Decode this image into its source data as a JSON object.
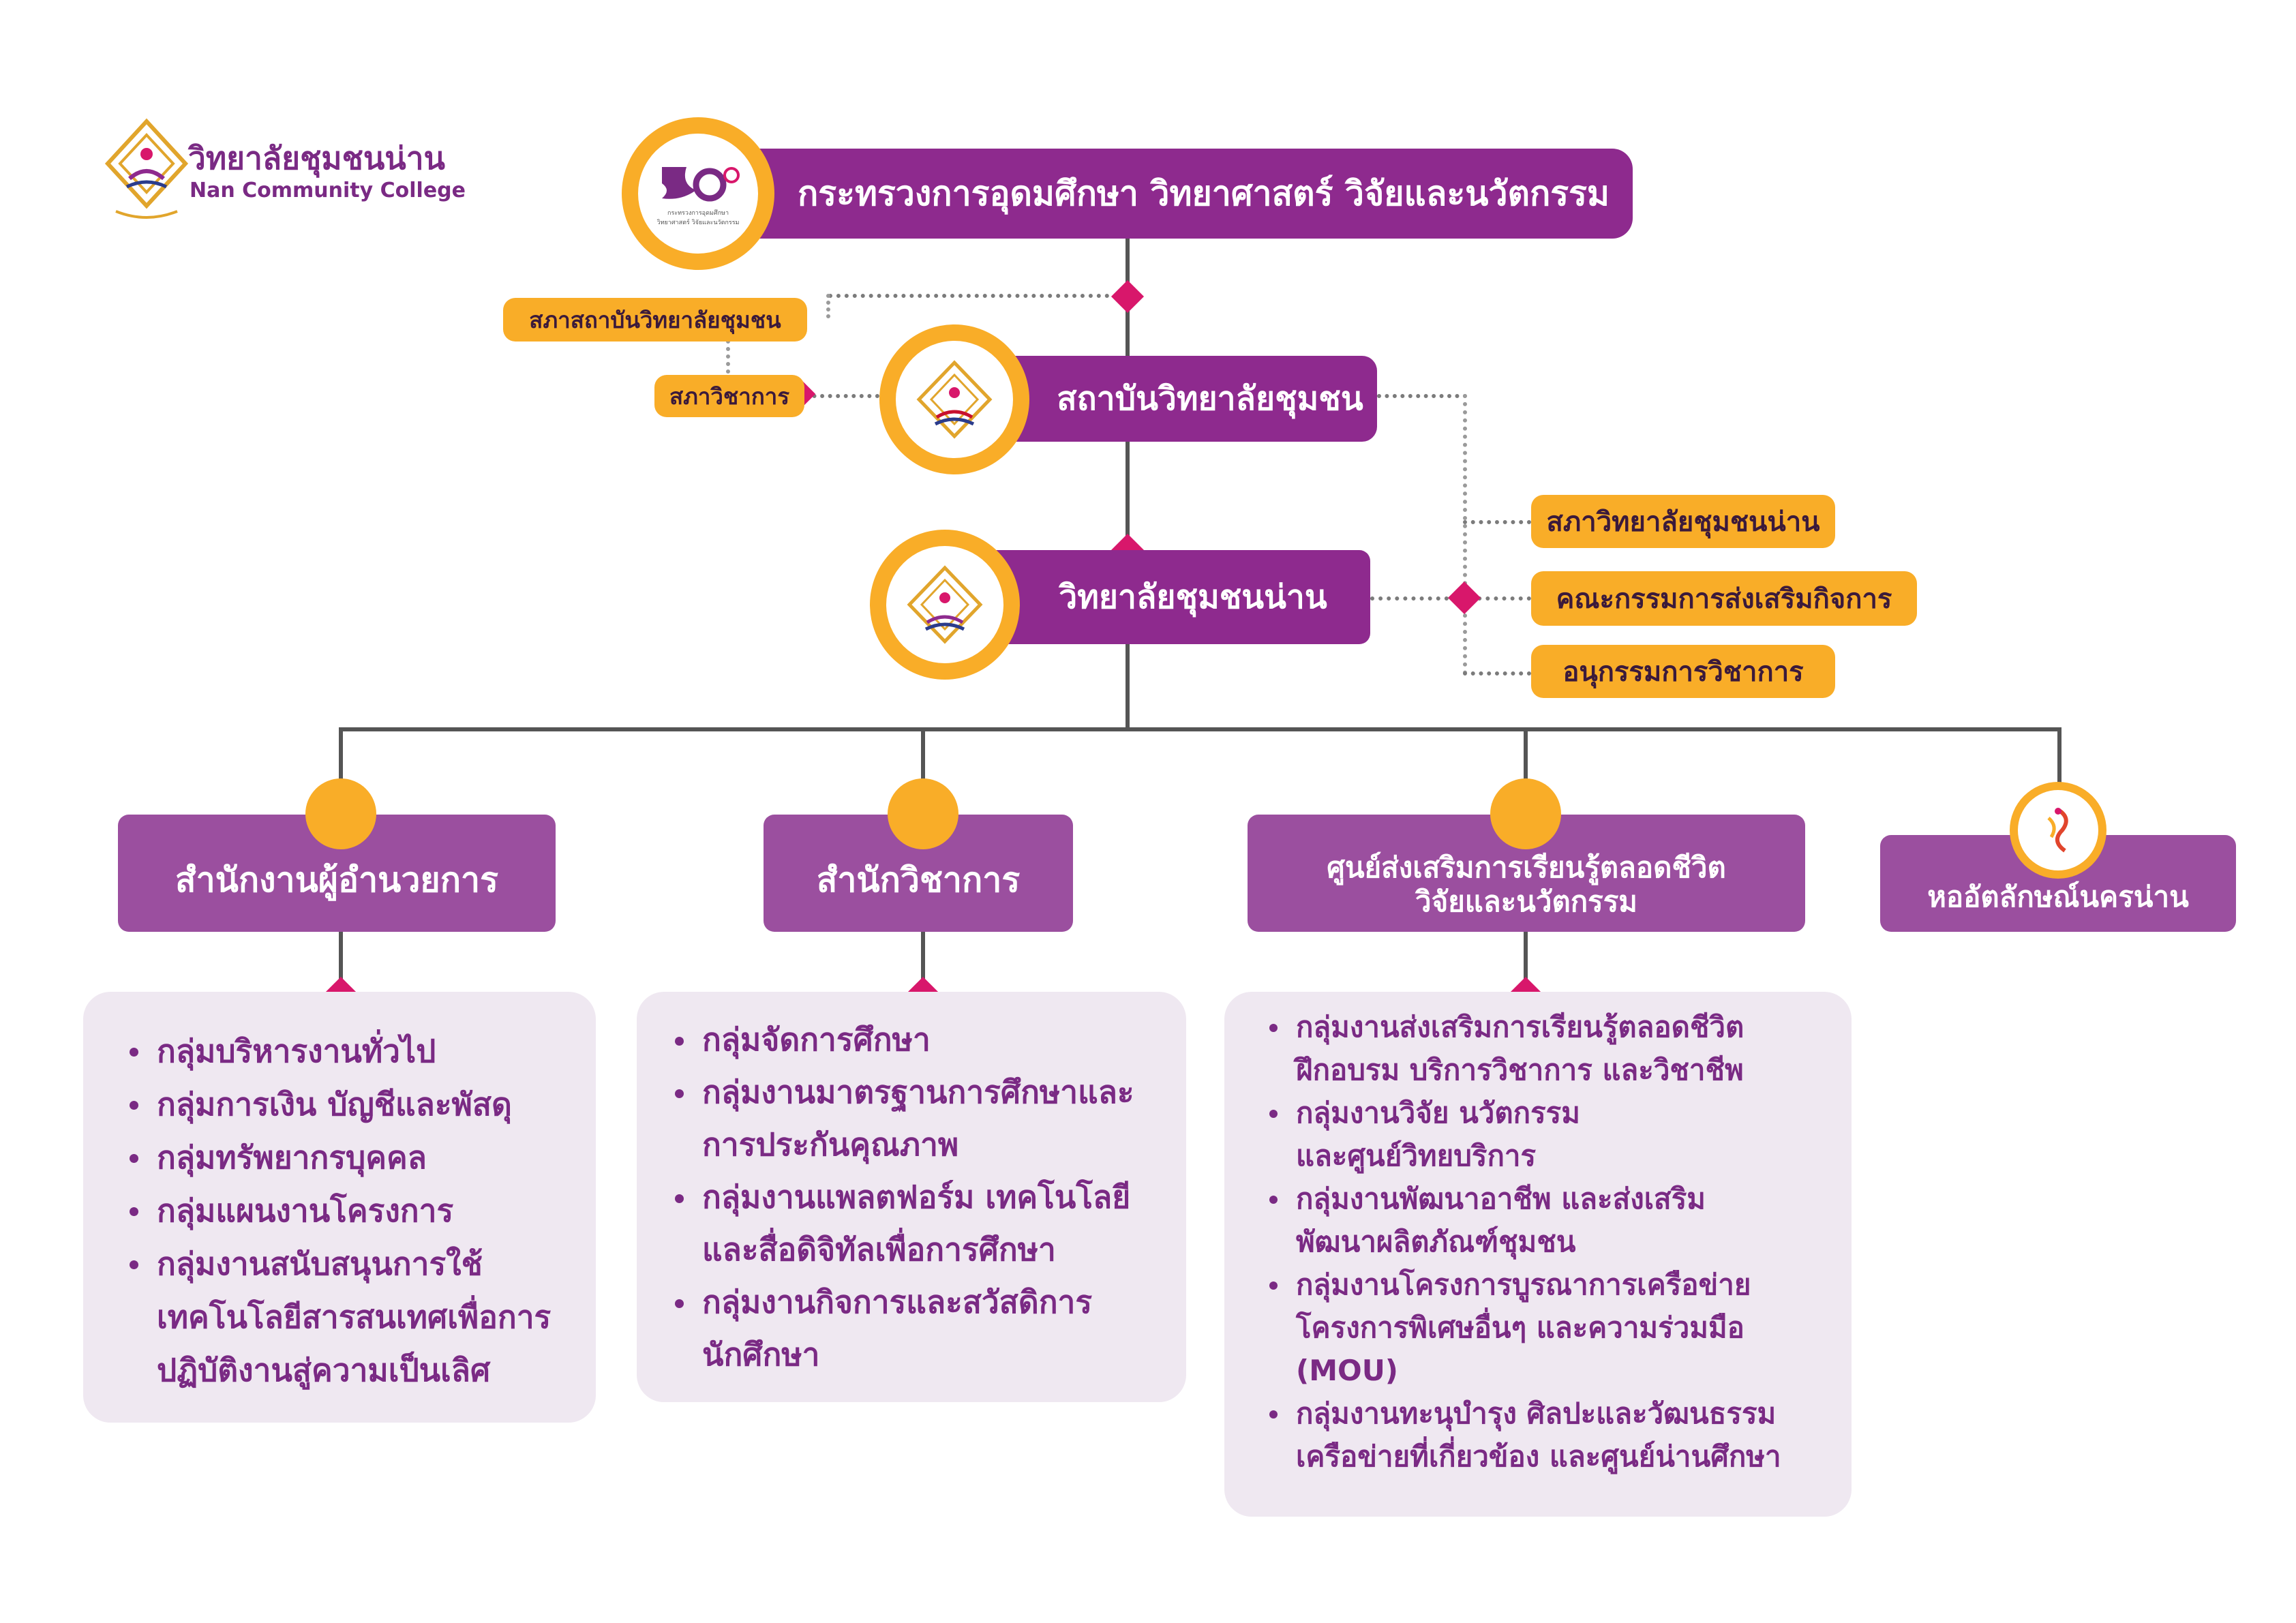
{
  "brand": {
    "name_th": "วิทยาลัยชุมชนน่าน",
    "name_en": "Nan Community College"
  },
  "ministry": {
    "label": "กระทรวงการอุดมศึกษา วิทยาศาสตร์ วิจัยและนวัตกรรม",
    "logo_caption_1": "กระทรวงการอุดมศึกษา",
    "logo_caption_2": "วิทยาศาสตร์ วิจัยและนวัตกรรม"
  },
  "councils": {
    "institute_council": "สภาสถาบันวิทยาลัยชุมชน",
    "academic_council": "สภาวิชาการ"
  },
  "institute": {
    "label": "สถาบันวิทยาลัยชุมชน"
  },
  "college": {
    "label": "วิทยาลัยชุมชนน่าน"
  },
  "committees": [
    {
      "label": "สภาวิทยาลัยชุมชนน่าน"
    },
    {
      "label": "คณะกรรมการส่งเสริมกิจการ"
    },
    {
      "label": "อนุกรรมการวิชาการ"
    }
  ],
  "departments": [
    {
      "title": "สำนักงานผู้อำนวยการ",
      "items": [
        "กลุ่มบริหารงานทั่วไป",
        "กลุ่มการเงิน บัญชีและพัสดุ",
        "กลุ่มทรัพยากรบุคคล",
        "กลุ่มแผนงานโครงการ",
        "กลุ่มงานสนับสนุนการใช้",
        "เทคโนโลยีสารสนเทศเพื่อการ",
        "ปฏิบัติงานสู่ความเป็นเลิศ"
      ]
    },
    {
      "title": "สำนักวิชาการ",
      "items": [
        "กลุ่มจัดการศึกษา",
        "กลุ่มงานมาตรฐานการศึกษาและ",
        "การประกันคุณภาพ",
        "กลุ่มงานแพลตฟอร์ม เทคโนโลยี",
        "และสื่อดิจิทัลเพื่อการศึกษา",
        "กลุ่มงานกิจการและสวัสดิการ",
        "นักศึกษา"
      ]
    },
    {
      "title_line1": "ศูนย์ส่งเสริมการเรียนรู้ตลอดชีวิต",
      "title_line2": "วิจัยและนวัตกรรม",
      "items": [
        "กลุ่มงานส่งเสริมการเรียนรู้ตลอดชีวิต",
        "ฝึกอบรม บริการวิชาการ และวิชาชีพ",
        "กลุ่มงานวิจัย นวัตกรรม",
        "และศูนย์วิทยบริการ",
        "กลุ่มงานพัฒนาอาชีพ และส่งเสริม",
        "พัฒนาผลิตภัณฑ์ชุมชน",
        "กลุ่มงานโครงการบูรณาการเครือข่าย",
        "โครงการพิเศษอื่นๆ และความร่วมมือ",
        "(MOU)",
        "กลุ่มงานทะนุบำรุง ศิลปะและวัฒนธรรม",
        "เครือข่ายที่เกี่ยวข้อง และศูนย์น่านศึกษา"
      ]
    },
    {
      "title": "หออัตลักษณ์นครน่าน"
    }
  ],
  "colors": {
    "purple": "#8e2a8e",
    "purple_light": "#9b4f9f",
    "orange": "#f9ad28",
    "magenta": "#d8176b",
    "panel_bg": "#efe8f1"
  }
}
